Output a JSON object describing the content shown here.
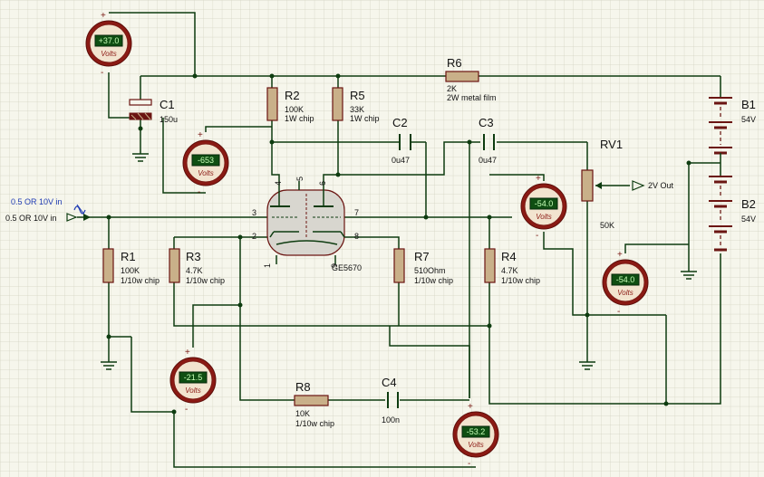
{
  "components": {
    "R1": {
      "name": "R1",
      "value": "100K",
      "spec": "1/10w chip"
    },
    "R2": {
      "name": "R2",
      "value": "100K",
      "spec": "1W chip"
    },
    "R3": {
      "name": "R3",
      "value": "4.7K",
      "spec": "1/10w chip"
    },
    "R4": {
      "name": "R4",
      "value": "4.7K",
      "spec": "1/10w chip"
    },
    "R5": {
      "name": "R5",
      "value": "33K",
      "spec": "1W chip"
    },
    "R6": {
      "name": "R6",
      "value": "2K",
      "spec": "2W metal film"
    },
    "R7": {
      "name": "R7",
      "value": "510Ohm",
      "spec": "1/10w chip"
    },
    "R8": {
      "name": "R8",
      "value": "10K",
      "spec": "1/10w chip"
    },
    "C1": {
      "name": "C1",
      "value": "150u"
    },
    "C2": {
      "name": "C2",
      "value": "0u47"
    },
    "C3": {
      "name": "C3",
      "value": "0u47"
    },
    "C4": {
      "name": "C4",
      "value": "100n"
    },
    "RV1": {
      "name": "RV1",
      "value": "50K"
    },
    "B1": {
      "name": "B1",
      "value": "54V"
    },
    "B2": {
      "name": "B2",
      "value": "54V"
    },
    "tube": {
      "name": "GE5670",
      "pins": [
        "1",
        "2",
        "3",
        "4",
        "5",
        "6",
        "7",
        "8",
        "9"
      ]
    }
  },
  "terminals": {
    "input_label": "0.5 OR 10V in",
    "generator_label": "0.5 OR 10V in",
    "output_label": "2V Out"
  },
  "meters": [
    {
      "id": "m1",
      "reading": "+37.0",
      "unit": "Volts"
    },
    {
      "id": "m2",
      "reading": "-653",
      "unit": "Volts"
    },
    {
      "id": "m3",
      "reading": "-54.0",
      "unit": "Volts"
    },
    {
      "id": "m4",
      "reading": "-54.0",
      "unit": "Volts"
    },
    {
      "id": "m5",
      "reading": "-21.5",
      "unit": "Volts"
    },
    {
      "id": "m6",
      "reading": "-53.2",
      "unit": "Volts"
    }
  ],
  "polarity": {
    "plus": "+",
    "minus": "-"
  },
  "colors": {
    "wire": "#0e3c10",
    "component_body": "#c9b089",
    "component_outline": "#6b1512",
    "meter_ring": "#8b1a14",
    "lcd": "#0f4e12",
    "grid": "#d3d3c2",
    "input_label": "#1f3bb3"
  }
}
